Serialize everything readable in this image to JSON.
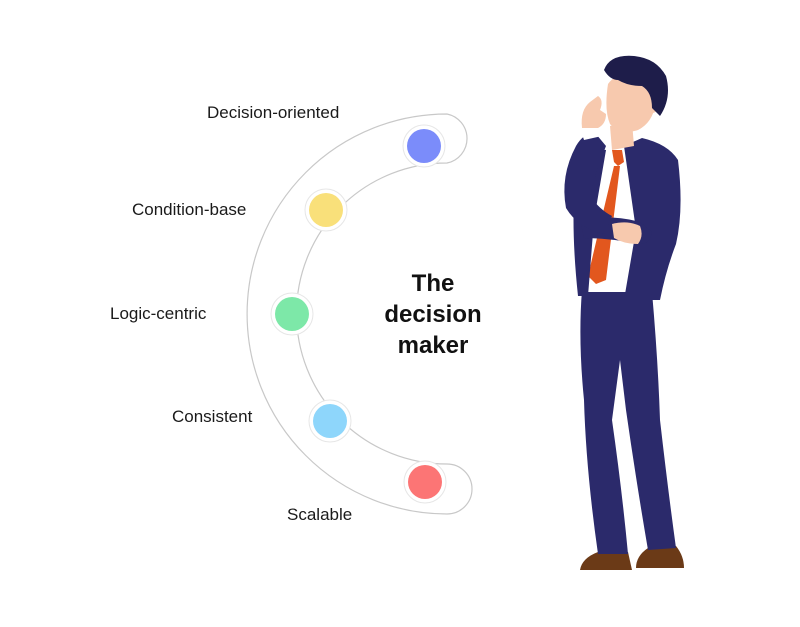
{
  "diagram": {
    "center_title_lines": [
      "The",
      "decision",
      "maker"
    ],
    "traits": [
      {
        "label": "Decision-oriented",
        "color": "#7B8CFA"
      },
      {
        "label": "Condition-base",
        "color": "#F9E07A"
      },
      {
        "label": "Logic-centric",
        "color": "#7DE8A8"
      },
      {
        "label": "Consistent",
        "color": "#8ED6FB"
      },
      {
        "label": "Scalable",
        "color": "#FC7575"
      }
    ]
  },
  "colors": {
    "track_stroke": "#c8c8c8",
    "suit": "#2B2A6B",
    "tie": "#E2571E",
    "skin": "#F7C9AE",
    "hair": "#1E1D4A",
    "shoes": "#6B3A17",
    "shirt": "#ffffff"
  },
  "icons": {
    "figure": "thinking-businessman-illustration"
  }
}
